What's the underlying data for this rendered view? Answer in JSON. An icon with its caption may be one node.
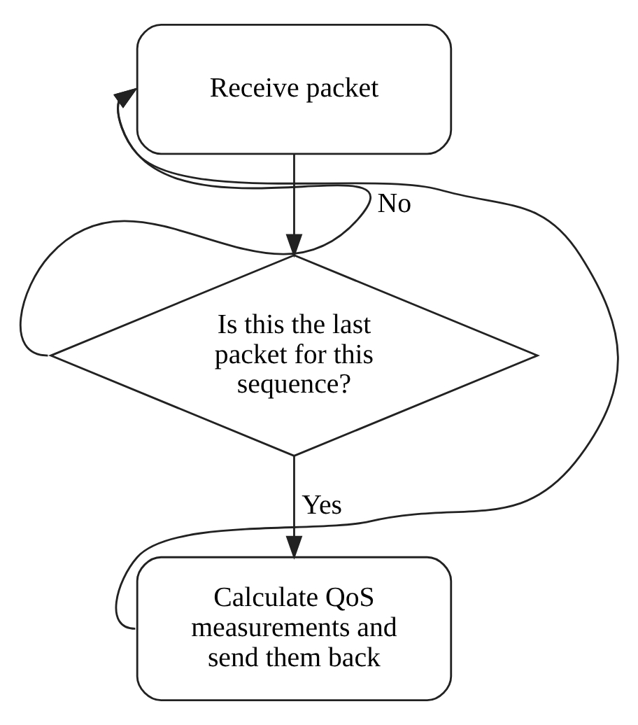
{
  "diagram": {
    "nodes": [
      {
        "text": [
          "Receive packet"
        ]
      },
      {
        "text": [
          "Is this the last packet for this sequence?"
        ]
      },
      {
        "text": [
          "Calculate QoS measurements and send them back"
        ]
      }
    ],
    "edges": [
      {
        "from": 0,
        "to": 1,
        "arrow": "to"
      },
      {
        "from": 1,
        "to": 2,
        "arrow": "to",
        "label": "Yes"
      },
      {
        "from": 1,
        "to": 0,
        "arrow": "to",
        "label": "No"
      },
      {
        "from": 2,
        "to": 0,
        "arrow": "to"
      }
    ]
  }
}
